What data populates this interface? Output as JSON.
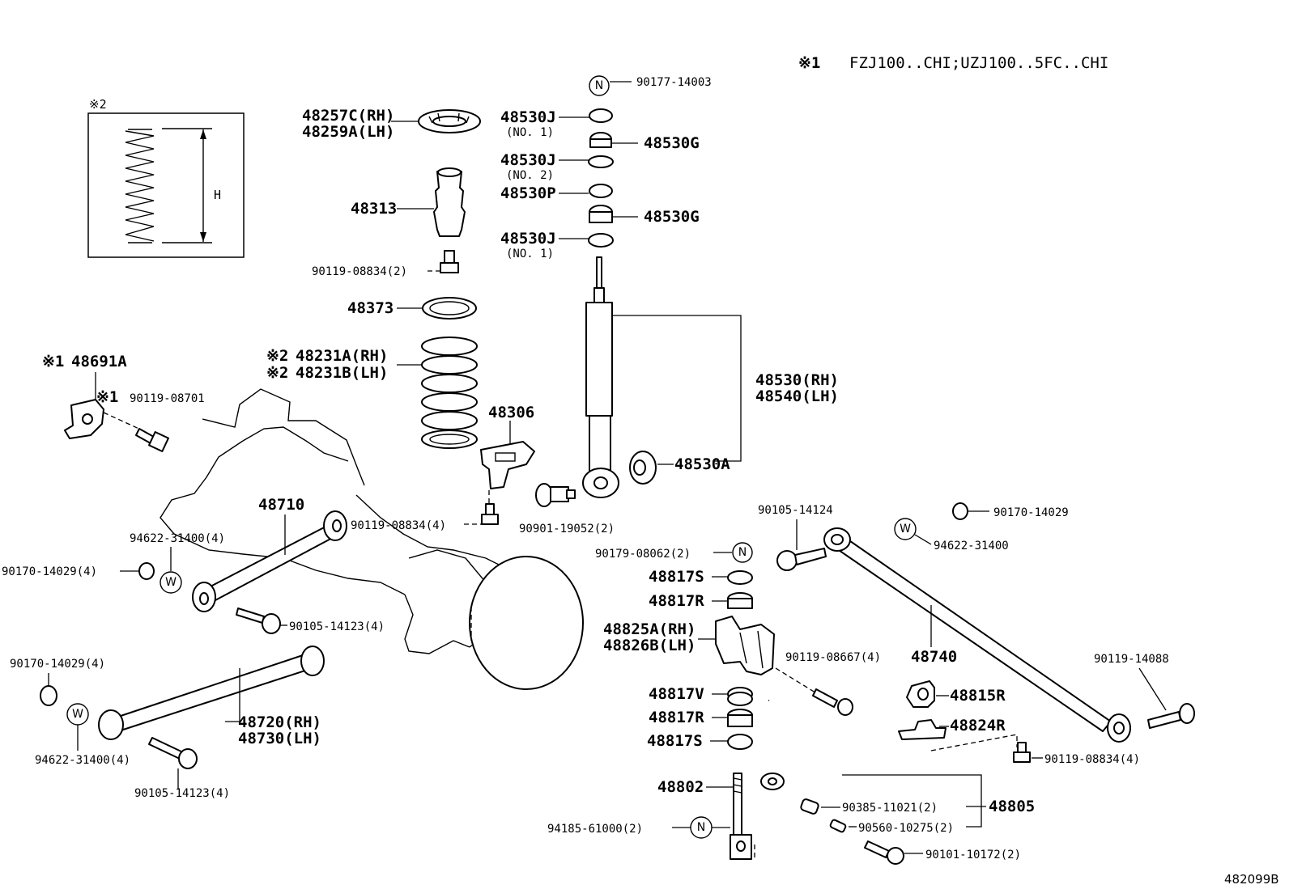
{
  "footnote": {
    "mark": "※1",
    "text": "FZJ100..CHI;UZJ100..5FC..CHI"
  },
  "inset": {
    "mark": "※2",
    "dimension": "H"
  },
  "diagram_code": "482099B",
  "markers": {
    "n": "N",
    "w": "W"
  },
  "labels": {
    "p90177_14003": "90177-14003",
    "p48257c": "48257C(RH)",
    "p48259a": "48259A(LH)",
    "p48530j_1a": "48530J",
    "no1a": "(NO. 1)",
    "p48530g_a": "48530G",
    "p48530j_2": "48530J",
    "no2": "(NO. 2)",
    "p48530p": "48530P",
    "p48530g_b": "48530G",
    "p48530j_1b": "48530J",
    "no1b": "(NO. 1)",
    "p48313": "48313",
    "p90119_08834_2": "90119-08834(2)",
    "p48373": "48373",
    "m_48231a": "※2",
    "p48231a": "48231A(RH)",
    "m_48231b": "※2",
    "p48231b": "48231B(LH)",
    "m_48691a": "※1",
    "p48691a": "48691A",
    "m_90119_08701": "※1",
    "p90119_08701": "90119-08701",
    "p48306": "48306",
    "p48530": "48530(RH)",
    "p48540": "48540(LH)",
    "p48530a": "48530A",
    "p48710": "48710",
    "p94622_31400_4a": "94622-31400(4)",
    "p90119_08834_4a": "90119-08834(4)",
    "p90901_19052": "90901-19052(2)",
    "p90170_14029_4a": "90170-14029(4)",
    "p90105_14123_4a": "90105-14123(4)",
    "p90170_14029_4b": "90170-14029(4)",
    "p48720": "48720(RH)",
    "p48730": "48730(LH)",
    "p94622_31400_4b": "94622-31400(4)",
    "p90105_14123_4b": "90105-14123(4)",
    "p90105_14124": "90105-14124",
    "p90170_14029": "90170-14029",
    "p94622_31400": "94622-31400",
    "p90179_08062": "90179-08062(2)",
    "p48817s_a": "48817S",
    "p48817r_a": "48817R",
    "p48825a": "48825A(RH)",
    "p48826b": "48826B(LH)",
    "p90119_08667": "90119-08667(4)",
    "p48740": "48740",
    "p90119_14088": "90119-14088",
    "p48817v": "48817V",
    "p48815r": "48815R",
    "p48817r_b": "48817R",
    "p48824r": "48824R",
    "p48817s_b": "48817S",
    "p90119_08834_4b": "90119-08834(4)",
    "p48802": "48802",
    "p90385_11021": "90385-11021(2)",
    "p48805": "48805",
    "p94185_61000": "94185-61000(2)",
    "p90560_10275": "90560-10275(2)",
    "p90101_10172": "90101-10172(2)"
  }
}
